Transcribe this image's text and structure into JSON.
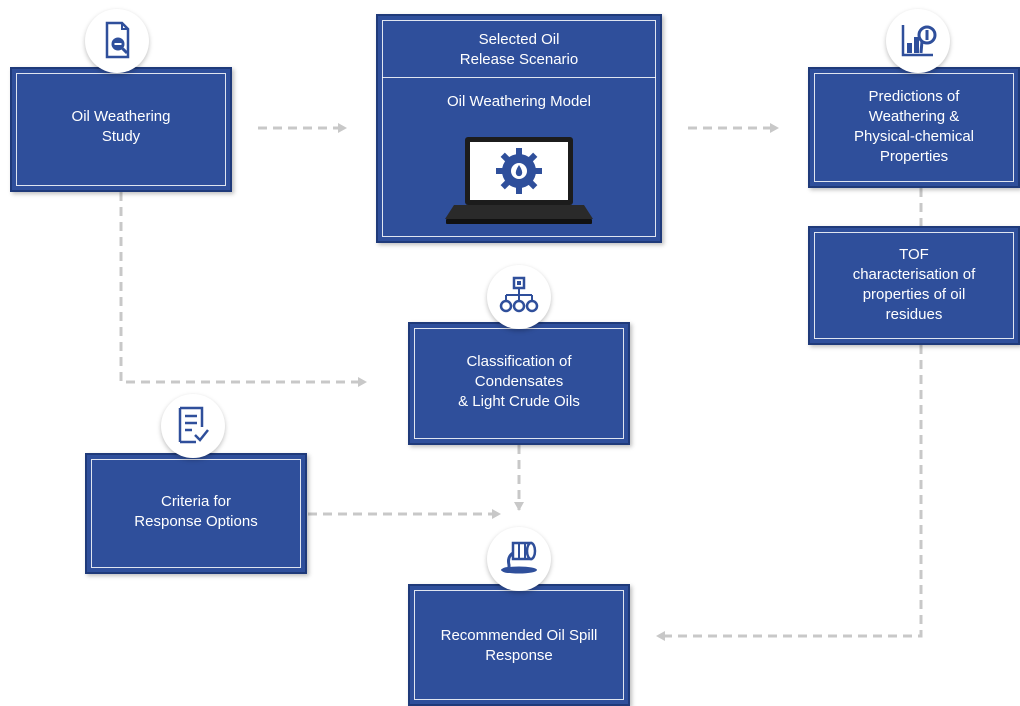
{
  "nodes": {
    "oil_weathering_study": "Oil Weathering\nStudy",
    "selected_oil": "Selected Oil\nRelease Scenario",
    "oil_weathering_model": "Oil Weathering Model",
    "predictions": "Predictions of\nWeathering &\nPhysical-chemical\nProperties",
    "tof": "TOF\ncharacterisation of\nproperties of oil\nresidues",
    "classification": "Classification of\nCondensates\n& Light Crude Oils",
    "criteria": "Criteria for\nResponse Options",
    "recommended": "Recommended Oil Spill\nResponse"
  },
  "icons": [
    "document-search-icon",
    "laptop-gear-icon",
    "chart-analysis-icon",
    "hierarchy-icon",
    "checklist-icon",
    "oil-barrel-spill-icon"
  ],
  "colors": {
    "box_fill": "#2f4f9b",
    "box_border": "#1f3a7a",
    "connector": "#c8c8c8",
    "icon": "#2f4f9b"
  }
}
